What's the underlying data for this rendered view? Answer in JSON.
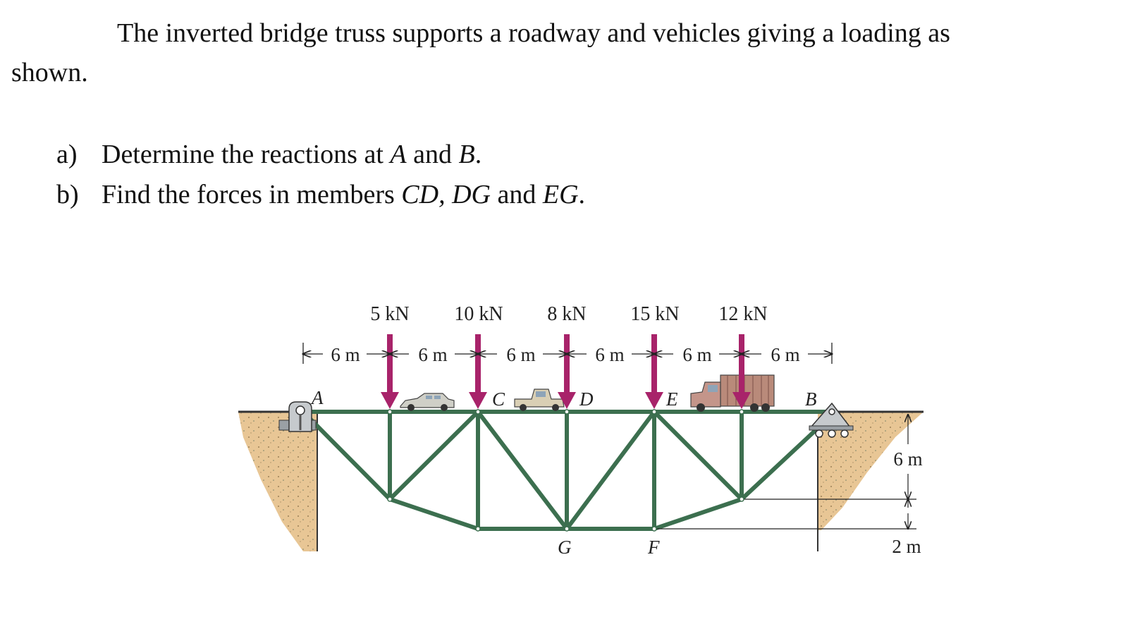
{
  "problem": {
    "intro_line1": "The inverted bridge truss supports a roadway and vehicles giving a loading as",
    "intro_line2": "shown.",
    "questions": [
      {
        "label": "a)",
        "text_before": "Determine the reactions at ",
        "m1": "A",
        "mid": " and ",
        "m2": "B",
        "end": "."
      },
      {
        "label": "b)",
        "text_before": "Find the forces in members ",
        "m1": "CD, DG",
        "mid": " and ",
        "m2": "EG",
        "end": "."
      }
    ]
  },
  "figure": {
    "loads": [
      "5 kN",
      "10 kN",
      "8 kN",
      "15 kN",
      "12 kN"
    ],
    "spacing_labels": [
      "6 m",
      "6 m",
      "6 m",
      "6 m",
      "6 m",
      "6 m"
    ],
    "joint_labels": {
      "A": "A",
      "B": "B",
      "C": "C",
      "D": "D",
      "E": "E",
      "G": "G",
      "F": "F"
    },
    "depth_labels": [
      "6 m",
      "2 m"
    ],
    "colors": {
      "member": "#3c6f4f",
      "load_arrow": "#a8236a",
      "soil": "#e0b77a",
      "support": "#b7bcc0"
    }
  }
}
